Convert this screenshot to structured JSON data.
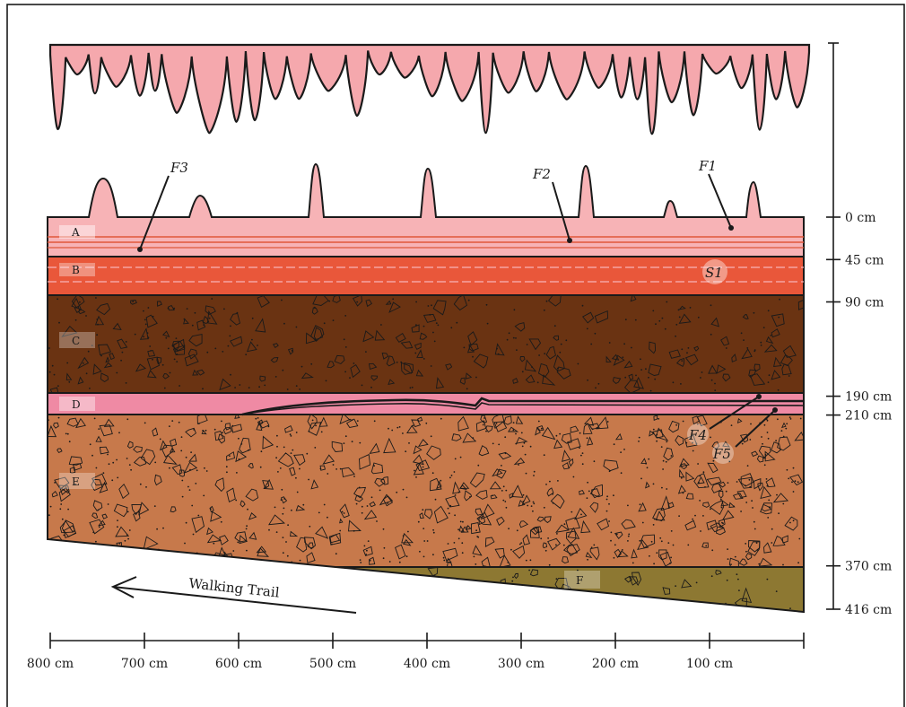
{
  "colors": {
    "frame": "#1a1a1a",
    "stalactites": "#f5a8ad",
    "layer_a": "#f7b3b6",
    "layer_b": "#e9573a",
    "layer_c": "#6a3312",
    "layer_d": "#ef8aa4",
    "layer_e": "#c7794b",
    "layer_f": "#8d7832",
    "feature_line_a": "#e0573a",
    "feature_line_b": "#f7b3b6",
    "label_box": "#ffffff"
  },
  "layers": [
    {
      "id": "A",
      "label": "A"
    },
    {
      "id": "B",
      "label": "B"
    },
    {
      "id": "C",
      "label": "C"
    },
    {
      "id": "D",
      "label": "D"
    },
    {
      "id": "E",
      "label": "E"
    },
    {
      "id": "F",
      "label": "F"
    }
  ],
  "depth_scale": {
    "unit": "cm",
    "ticks": [
      {
        "value": 0,
        "label": "0 cm"
      },
      {
        "value": 45,
        "label": "45 cm"
      },
      {
        "value": 90,
        "label": "90 cm"
      },
      {
        "value": 190,
        "label": "190 cm"
      },
      {
        "value": 210,
        "label": "210 cm"
      },
      {
        "value": 370,
        "label": "370 cm"
      },
      {
        "value": 416,
        "label": "416 cm"
      }
    ]
  },
  "horizontal_scale": {
    "unit": "cm",
    "ticks": [
      {
        "value": 800,
        "label": "800 cm"
      },
      {
        "value": 700,
        "label": "700 cm"
      },
      {
        "value": 600,
        "label": "600 cm"
      },
      {
        "value": 500,
        "label": "500 cm"
      },
      {
        "value": 400,
        "label": "400 cm"
      },
      {
        "value": 300,
        "label": "300 cm"
      },
      {
        "value": 200,
        "label": "200 cm"
      },
      {
        "value": 100,
        "label": "100 cm"
      }
    ]
  },
  "features": [
    {
      "id": "F1",
      "label": "F1"
    },
    {
      "id": "F2",
      "label": "F2"
    },
    {
      "id": "F3",
      "label": "F3"
    },
    {
      "id": "F4",
      "label": "F4"
    },
    {
      "id": "F5",
      "label": "F5"
    },
    {
      "id": "S1",
      "label": "S1"
    }
  ],
  "trail_label": "Walking Trail"
}
